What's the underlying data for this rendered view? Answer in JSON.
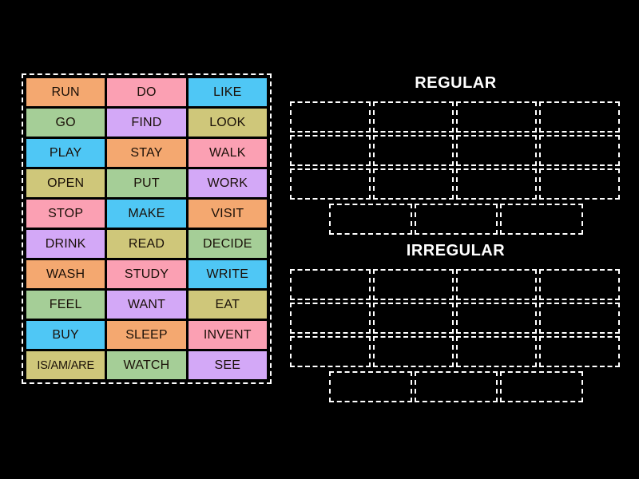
{
  "palette": {
    "orange": "#F4A870",
    "pink": "#FBA0B3",
    "blue": "#4FC7F5",
    "green": "#A5CE97",
    "purple": "#D3A8F7",
    "olive": "#CFC77A",
    "background": "#000000",
    "dashed_border": "#FFFFFF",
    "tile_text": "#1A1008",
    "title_text": "#FFFFFF"
  },
  "word_bank": {
    "rows": [
      [
        {
          "label": "RUN",
          "color": "orange"
        },
        {
          "label": "DO",
          "color": "pink"
        },
        {
          "label": "LIKE",
          "color": "blue"
        }
      ],
      [
        {
          "label": "GO",
          "color": "green"
        },
        {
          "label": "FIND",
          "color": "purple"
        },
        {
          "label": "LOOK",
          "color": "olive"
        }
      ],
      [
        {
          "label": "PLAY",
          "color": "blue"
        },
        {
          "label": "STAY",
          "color": "orange"
        },
        {
          "label": "WALK",
          "color": "pink"
        }
      ],
      [
        {
          "label": "OPEN",
          "color": "olive"
        },
        {
          "label": "PUT",
          "color": "green"
        },
        {
          "label": "WORK",
          "color": "purple"
        }
      ],
      [
        {
          "label": "STOP",
          "color": "pink"
        },
        {
          "label": "MAKE",
          "color": "blue"
        },
        {
          "label": "VISIT",
          "color": "orange"
        }
      ],
      [
        {
          "label": "DRINK",
          "color": "purple"
        },
        {
          "label": "READ",
          "color": "olive"
        },
        {
          "label": "DECIDE",
          "color": "green"
        }
      ],
      [
        {
          "label": "WASH",
          "color": "orange"
        },
        {
          "label": "STUDY",
          "color": "pink"
        },
        {
          "label": "WRITE",
          "color": "blue"
        }
      ],
      [
        {
          "label": "FEEL",
          "color": "green"
        },
        {
          "label": "WANT",
          "color": "purple"
        },
        {
          "label": "EAT",
          "color": "olive"
        }
      ],
      [
        {
          "label": "BUY",
          "color": "blue"
        },
        {
          "label": "SLEEP",
          "color": "orange"
        },
        {
          "label": "INVENT",
          "color": "pink"
        }
      ],
      [
        {
          "label": "IS/AM/ARE",
          "color": "olive",
          "tight": true
        },
        {
          "label": "WATCH",
          "color": "green"
        },
        {
          "label": "SEE",
          "color": "purple"
        }
      ]
    ]
  },
  "categories": [
    {
      "id": "regular",
      "title": "REGULAR",
      "zone_rows": [
        4,
        4,
        4,
        3
      ],
      "zone_count": 15
    },
    {
      "id": "irregular",
      "title": "IRREGULAR",
      "zone_rows": [
        4,
        4,
        4,
        3
      ],
      "zone_count": 15
    }
  ]
}
